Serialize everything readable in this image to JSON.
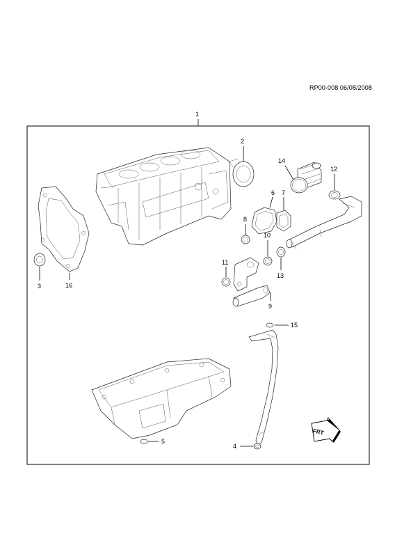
{
  "reference_code": "RP00-008 06/08/2008",
  "callouts": {
    "c1": "1",
    "c2": "2",
    "c3": "3",
    "c4": "4",
    "c5": "5",
    "c6": "6",
    "c7": "7",
    "c8": "8",
    "c9": "9",
    "c10": "10",
    "c11": "11",
    "c12": "12",
    "c13": "13",
    "c14": "14",
    "c15": "15",
    "c16": "16"
  },
  "front_indicator": "FRT"
}
